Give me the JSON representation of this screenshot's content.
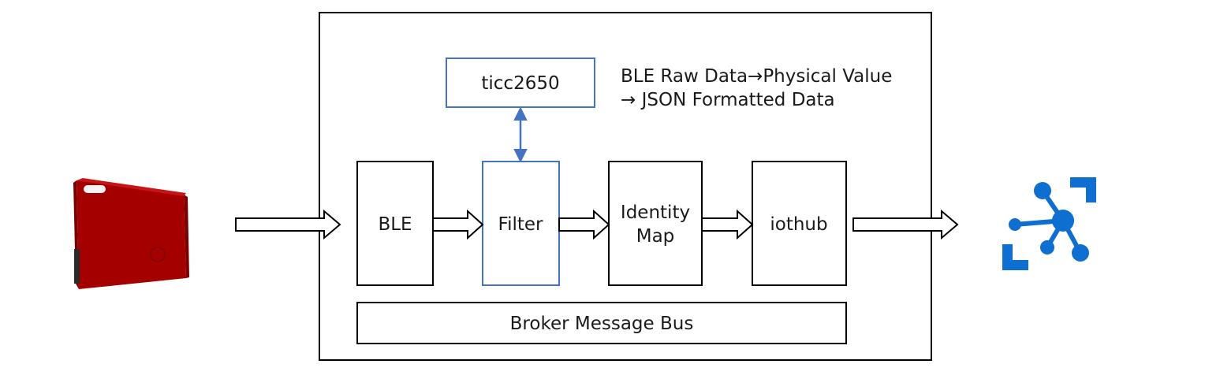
{
  "nodes": {
    "ticc": {
      "label": "ticc2650"
    },
    "ble": {
      "label": "BLE"
    },
    "filter": {
      "label": "Filter"
    },
    "identity_map": {
      "line1": "Identity",
      "line2": "Map"
    },
    "iothub": {
      "label": "iothub"
    },
    "broker": {
      "label": "Broker Message Bus"
    }
  },
  "note": {
    "line1": "BLE Raw Data→Physical Value",
    "line2": "→ JSON Formatted Data"
  },
  "icons": {
    "source_device": "sensortag-device-icon",
    "destination": "azure-iot-hub-icon"
  },
  "colors": {
    "box_border": "#000000",
    "accent_border": "#4472c4",
    "device_red": "#a50000",
    "azure_blue": "#0f6fd1"
  }
}
